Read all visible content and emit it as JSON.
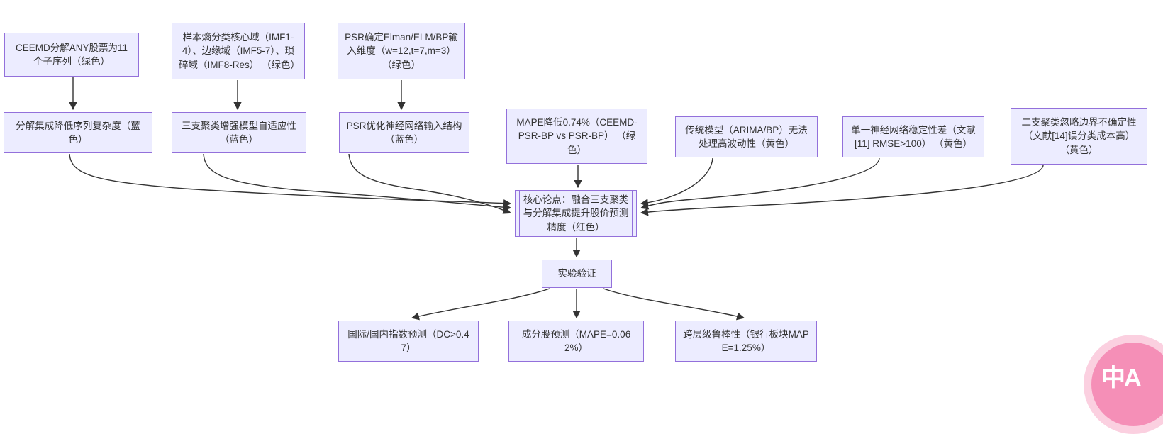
{
  "flowchart": {
    "nodes": {
      "ceemd": "CEEMD分解ANY股票为11个子序列（绿色）",
      "entropy": "样本熵分类核心域（IMF1-4）、边缘域（IMF5-7）、琐碎域（IMF8-Res） （绿色）",
      "psrdim": "PSR确定Elman/ELM/BP输入维度（w=12,t=7,m=3） （绿色）",
      "decomp": "分解集成降低序列复杂度（蓝色）",
      "threeway": "三支聚类增强模型自适应性（蓝色）",
      "psropt": "PSR优化神经网络输入结构（蓝色）",
      "mape": "MAPE降低0.74%（CEEMD-PSR-BP vs PSR-BP） （绿色）",
      "trad": "传统模型（ARIMA/BP）无法处理高波动性（黄色）",
      "single": "单一神经网络稳定性差（文献[11] RMSE>100） （黄色）",
      "twoway": "二支聚类忽略边界不确定性（文献[14]误分类成本高）（黄色）",
      "core": "核心论点：融合三支聚类与分解集成提升股价预测精度（红色）",
      "exp": "实验验证",
      "index": "国际/国内指数预测（DC>0.47）",
      "comp": "成分股预测（MAPE=0.062%）",
      "robust": "跨层级鲁棒性（银行板块MAPE=1.25%）"
    },
    "colors": {
      "node_fill": "#ECECFF",
      "node_border": "#9370DB",
      "edge": "#333333",
      "badge_inner": "#F58FB7",
      "badge_ring": "#FBD0E0"
    },
    "badge_text": "中A"
  }
}
